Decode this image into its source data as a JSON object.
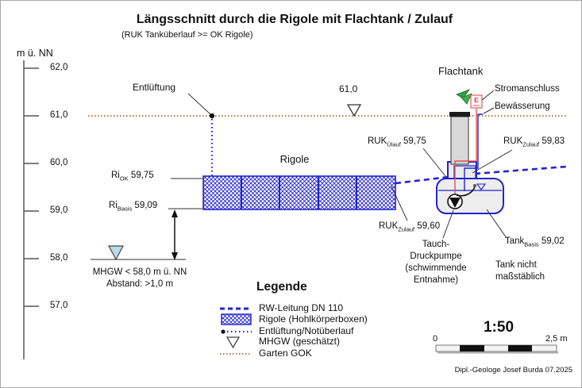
{
  "title": "Längsschnitt durch die Rigole mit Flachtank / Zulauf",
  "subtitle": "(RUK Tanküberlauf >= OK Rigole)",
  "axis": {
    "unit": "m ü. NN",
    "ticks": [
      "62,0",
      "61,0",
      "60,0",
      "59,0",
      "58,0",
      "57,0"
    ]
  },
  "labels": {
    "entlueftung": "Entlüftung",
    "gok_level": "61,0",
    "rigole": "Rigole",
    "flachtank": "Flachtank",
    "stromanschluss": "Stromanschluss",
    "bewaesserung": "Bewässerung",
    "e_box": "E",
    "ri_ok": {
      "name": "Ri",
      "sub": "OK",
      "value": "59,75"
    },
    "ri_basis": {
      "name": "Ri",
      "sub": "Basis",
      "value": "59,09"
    },
    "ruk_uelauf": {
      "name": "RUK",
      "sub": "Ülauf",
      "value": "59,75"
    },
    "ruk_zulauf_tank": {
      "name": "RUK",
      "sub": "Zulauf",
      "value": "59,83"
    },
    "ruk_zulauf_rigole": {
      "name": "RUK",
      "sub": "Zulauf",
      "value": "59,60"
    },
    "tank_basis": {
      "name": "Tank",
      "sub": "Basis",
      "value": "59,02"
    },
    "mhgw_line1": "MHGW < 58,0 m ü. NN",
    "mhgw_line2": "Abstand: >1,0 m",
    "pump_line1": "Tauch-",
    "pump_line2": "Druckpumpe",
    "pump_line3": "(schwimmende",
    "pump_line4": "Entnahme)",
    "tank_note_line1": "Tank nicht",
    "tank_note_line2": "maßstäblich"
  },
  "legend": {
    "title": "Legende",
    "items": [
      {
        "symbol": "dashed-blue-line",
        "label": "RW-Leitung DN 110"
      },
      {
        "symbol": "hatched-box",
        "label": "Rigole (Hohlkörperboxen)"
      },
      {
        "symbol": "dot-and-dotted-line",
        "label": "Entlüftung/Notüberlauf"
      },
      {
        "symbol": "open-triangle",
        "label": "MHGW (geschätzt)"
      },
      {
        "symbol": "dotted-brown-line",
        "label": "Garten GOK"
      }
    ]
  },
  "scalebar": {
    "ratio": "1:50",
    "start": "0",
    "end": "2,5 m"
  },
  "credit": "Dipl.-Geologe Josef Burda 07.2025",
  "colors": {
    "pipe_blue": "#2323cf",
    "gok_brown": "#b07c4e",
    "power_red": "#e05252",
    "plant_green": "#2f9e44",
    "mhgw_fill": "#bcd9e8",
    "tank_fill": "#ededed",
    "shaft_fill": "#d8d8d8"
  }
}
